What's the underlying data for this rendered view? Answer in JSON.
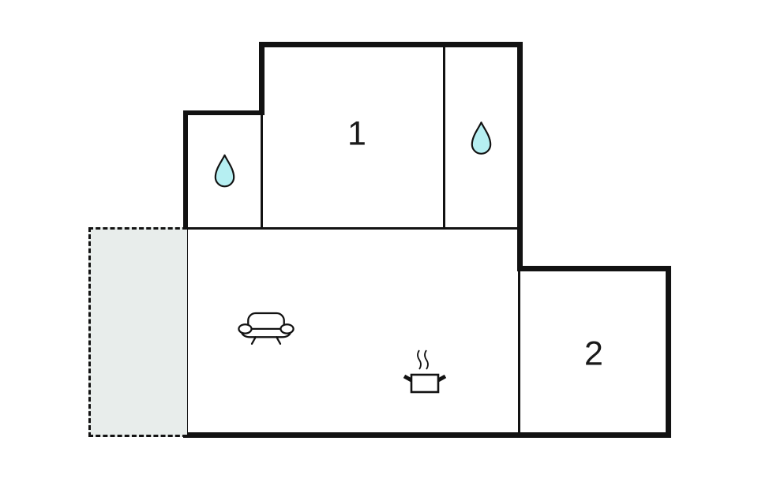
{
  "plan_name": "apartment-floor-plan",
  "rooms": [
    {
      "id": "room-1",
      "label": "1",
      "type": "bedroom"
    },
    {
      "id": "room-2",
      "label": "2",
      "type": "bedroom"
    },
    {
      "id": "living-kitchen",
      "label": "",
      "type": "living-room-kitchen"
    },
    {
      "id": "bath-left",
      "label": "",
      "type": "bathroom"
    },
    {
      "id": "bath-right",
      "label": "",
      "type": "bathroom"
    },
    {
      "id": "terrace",
      "label": "",
      "type": "terrace"
    }
  ],
  "icons": {
    "bath_left": "water-droplet",
    "bath_right": "water-droplet",
    "living": "sofa",
    "kitchen": "cooking-pot-with-steam"
  },
  "colors": {
    "wall": "#121212",
    "water-fill": "#b6eff2",
    "terrace-fill": "#e8edeb",
    "label-color": "#1a1a1a",
    "bg": "#ffffff"
  }
}
